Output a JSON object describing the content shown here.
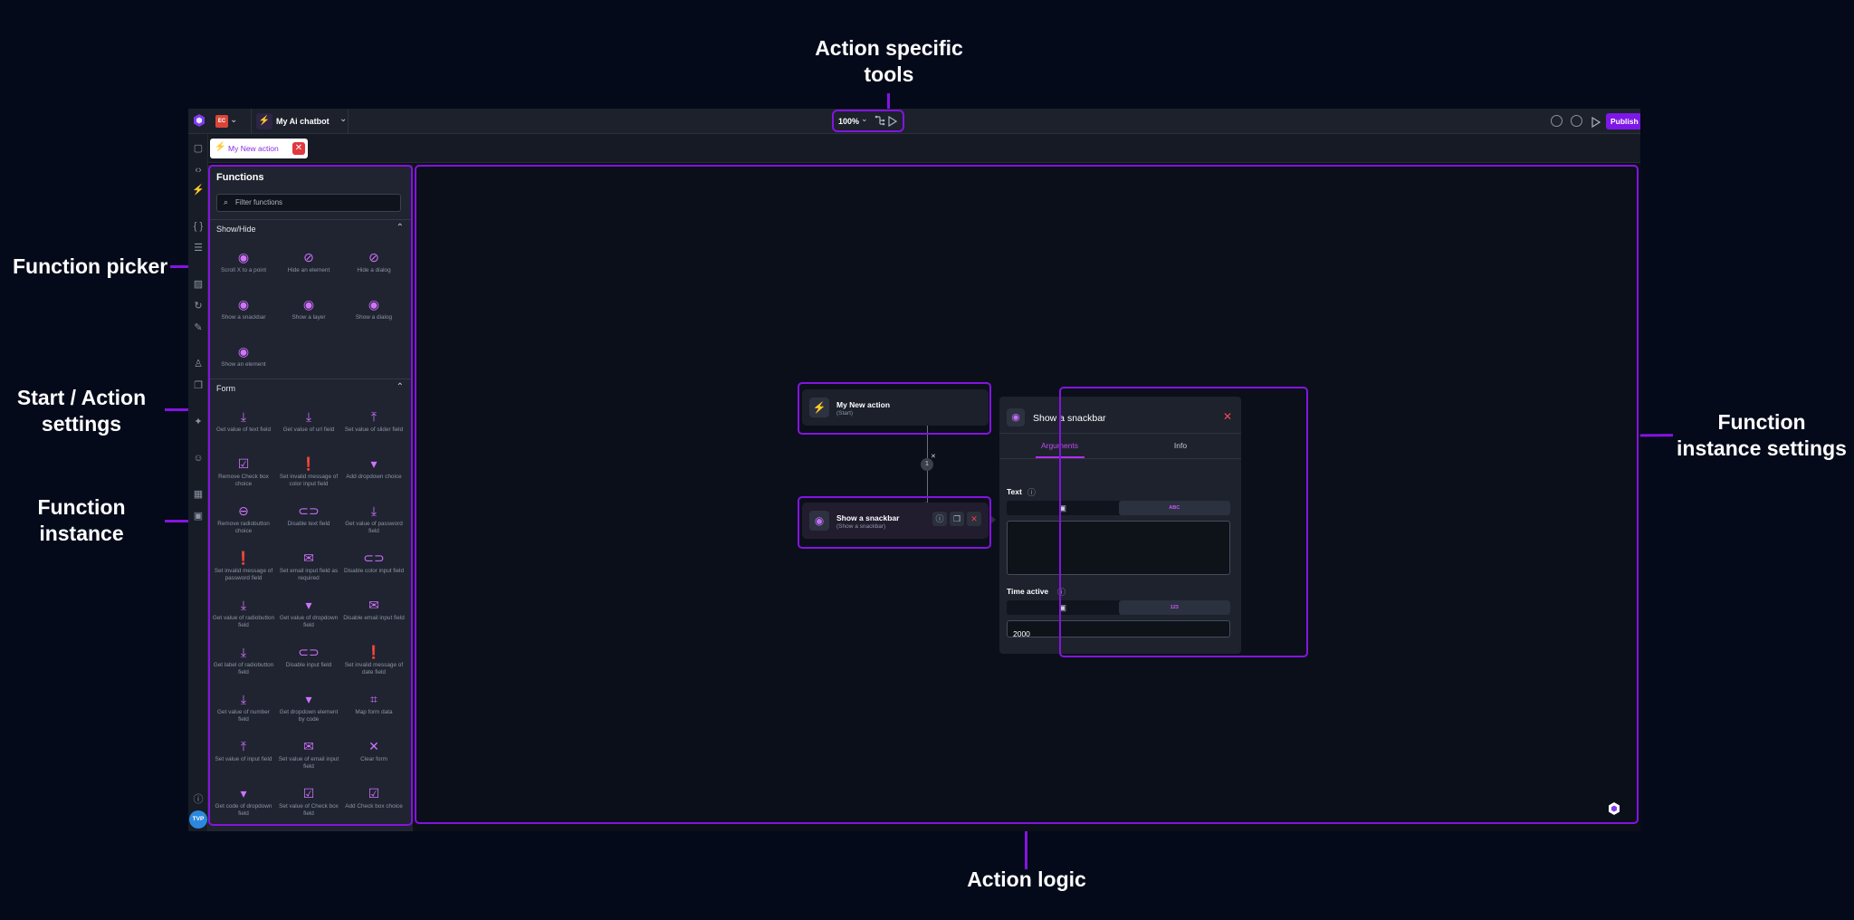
{
  "annotations": {
    "action_specific_tools": "Action specific tools",
    "function_picker": "Function picker",
    "start_action_settings": "Start / Action settings",
    "function_instance": "Function instance",
    "function_instance_settings": "Function instance settings",
    "action_logic": "Action logic"
  },
  "accent_color": "#8414e0",
  "topbar": {
    "workspace_badge": "EC",
    "project_name": "My Ai chatbot",
    "zoom": "100%",
    "publish_label": "Publish"
  },
  "tab": {
    "label": "My New action"
  },
  "rail": {
    "avatar": "TVP"
  },
  "picker": {
    "title": "Functions",
    "filter_placeholder": "Filter functions",
    "sections": [
      {
        "title": "Show/Hide",
        "items": [
          {
            "label": "Scroll X to a point",
            "icon": "eye-icon"
          },
          {
            "label": "Hide an element",
            "icon": "eye-off-icon"
          },
          {
            "label": "Hide a dialog",
            "icon": "eye-off-icon"
          },
          {
            "label": "Show a snackbar",
            "icon": "eye-icon"
          },
          {
            "label": "Show a layer",
            "icon": "eye-icon"
          },
          {
            "label": "Show a dialog",
            "icon": "eye-icon"
          },
          {
            "label": "Show an element",
            "icon": "eye-icon"
          }
        ]
      },
      {
        "title": "Form",
        "items": [
          {
            "label": "Get value of text field",
            "icon": "download-icon"
          },
          {
            "label": "Get value of url field",
            "icon": "download-icon"
          },
          {
            "label": "Set value of slider field",
            "icon": "upload-icon"
          },
          {
            "label": "Remove Check box choice",
            "icon": "checkbox-icon"
          },
          {
            "label": "Set invalid message of color input field",
            "icon": "alert-icon"
          },
          {
            "label": "Add dropdown choice",
            "icon": "caret-down-icon"
          },
          {
            "label": "Remove radiobutton choice",
            "icon": "minus-circle-icon"
          },
          {
            "label": "Disable text field",
            "icon": "toggle-icon"
          },
          {
            "label": "Get value of password field",
            "icon": "download-icon"
          },
          {
            "label": "Set invalid message of password field",
            "icon": "alert-icon"
          },
          {
            "label": "Set email input field as required",
            "icon": "mail-icon"
          },
          {
            "label": "Disable color input field",
            "icon": "toggle-icon"
          },
          {
            "label": "Get value of radiobutton field",
            "icon": "download-icon"
          },
          {
            "label": "Get value of dropdown field",
            "icon": "caret-down-icon"
          },
          {
            "label": "Disable email input field",
            "icon": "mail-icon"
          },
          {
            "label": "Get label of radiobutton field",
            "icon": "download-icon"
          },
          {
            "label": "Disable input field",
            "icon": "toggle-icon"
          },
          {
            "label": "Set invalid message of date field",
            "icon": "alert-icon"
          },
          {
            "label": "Get value of number field",
            "icon": "download-icon"
          },
          {
            "label": "Get dropdown element by code",
            "icon": "caret-down-icon"
          },
          {
            "label": "Map form data",
            "icon": "crop-icon"
          },
          {
            "label": "Set value of input field",
            "icon": "upload-icon"
          },
          {
            "label": "Set value of email input field",
            "icon": "mail-icon"
          },
          {
            "label": "Clear form",
            "icon": "x-icon"
          },
          {
            "label": "Get code of dropdown field",
            "icon": "caret-down-icon"
          },
          {
            "label": "Set value of Check box field",
            "icon": "checkbox-icon"
          },
          {
            "label": "Add Check box choice",
            "icon": "checkbox-icon"
          }
        ]
      }
    ]
  },
  "canvas": {
    "start_node": {
      "title": "My New action",
      "subtitle": "(Start)"
    },
    "function_node": {
      "title": "Show a snackbar",
      "subtitle": "(Show a snackbar)"
    },
    "connector_badge": "1"
  },
  "settings": {
    "title": "Show a snackbar",
    "tabs": [
      "Arguments",
      "Info"
    ],
    "active_tab": "Arguments",
    "text_label": "Text",
    "text_mode": "ABC",
    "text_value": "",
    "time_label": "Time active",
    "time_mode": "123",
    "time_value": "2000"
  }
}
